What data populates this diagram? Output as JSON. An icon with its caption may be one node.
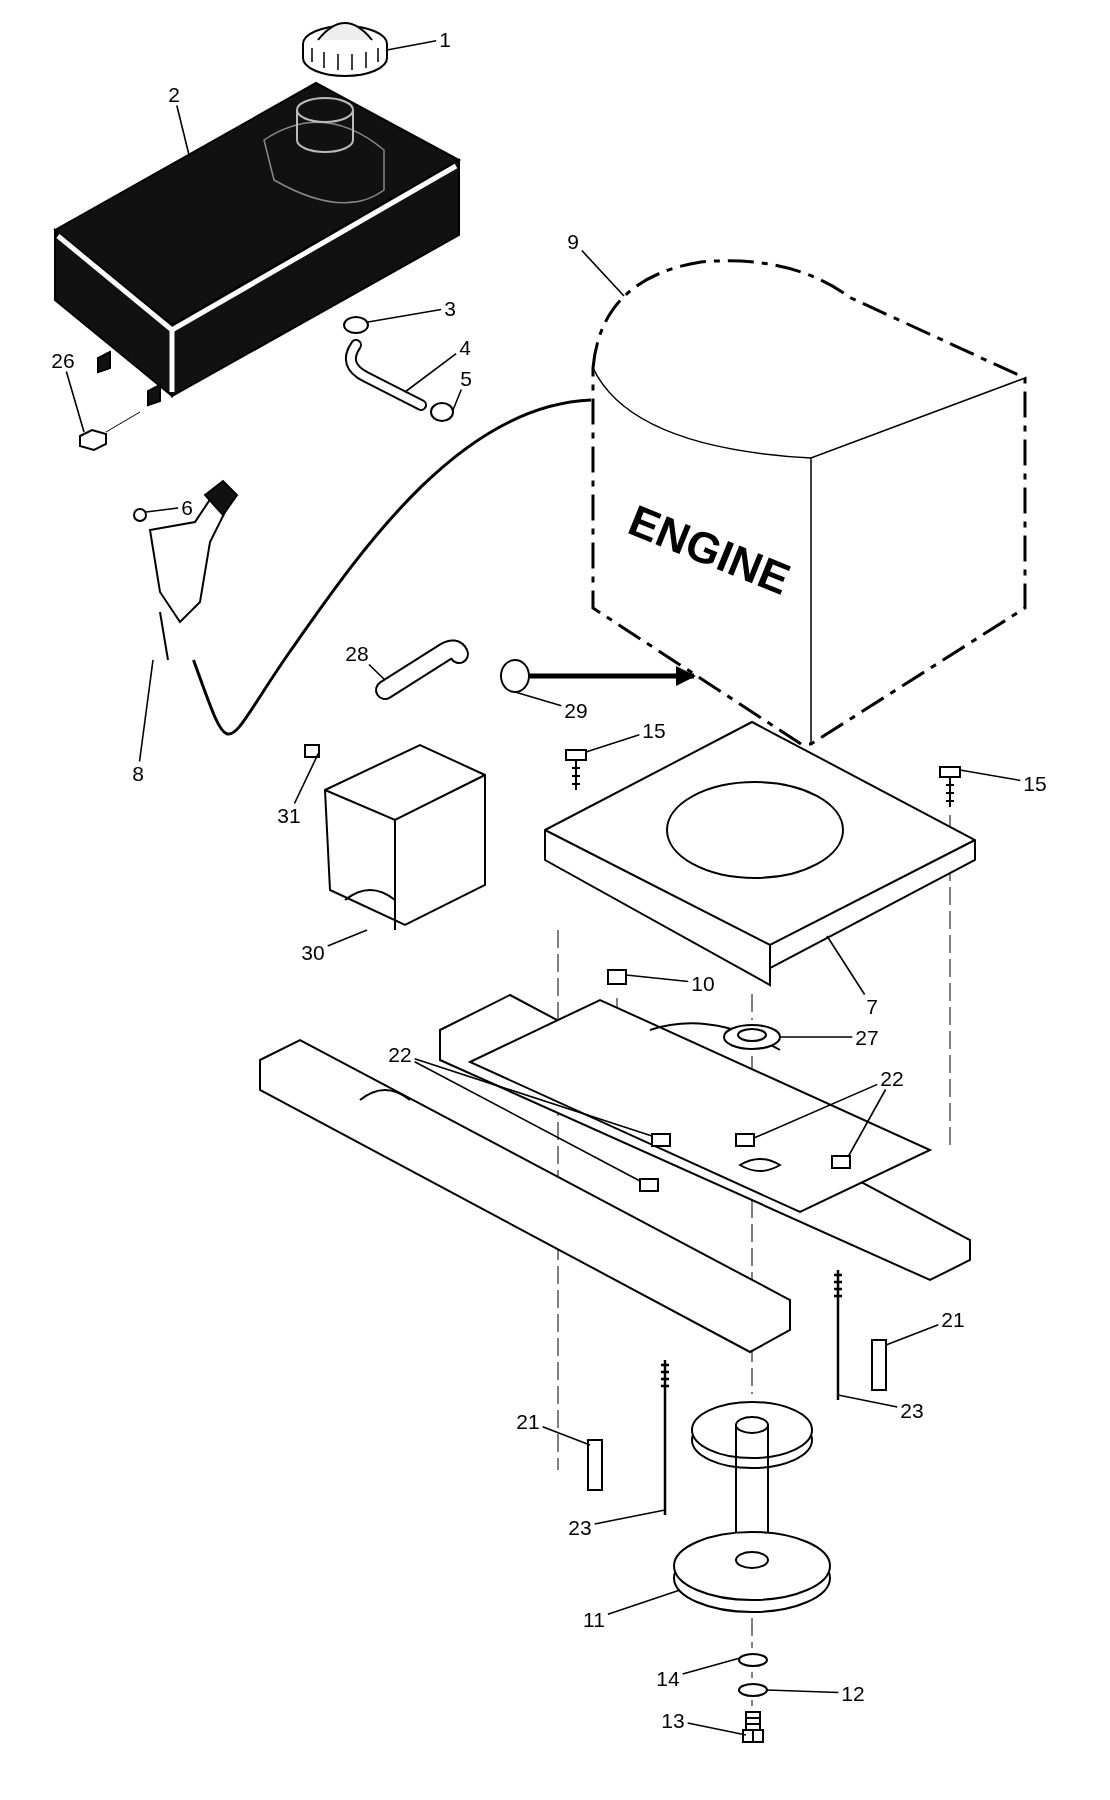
{
  "diagram": {
    "nodes": [
      {
        "text": [
          "ENGINE"
        ]
      },
      {
        "text": [
          "1"
        ]
      },
      {
        "text": [
          "2"
        ]
      },
      {
        "text": [
          "26"
        ]
      },
      {
        "text": [
          "3"
        ]
      },
      {
        "text": [
          "4"
        ]
      },
      {
        "text": [
          "5"
        ]
      },
      {
        "text": [
          "9"
        ]
      },
      {
        "text": [
          "6"
        ]
      },
      {
        "text": [
          "8"
        ]
      },
      {
        "text": [
          "28"
        ]
      },
      {
        "text": [
          "29"
        ]
      },
      {
        "text": [
          "15"
        ]
      },
      {
        "text": [
          "15"
        ]
      },
      {
        "text": [
          "31"
        ]
      },
      {
        "text": [
          "30"
        ]
      },
      {
        "text": [
          "10"
        ]
      },
      {
        "text": [
          "7"
        ]
      },
      {
        "text": [
          "27"
        ]
      },
      {
        "text": [
          "22"
        ]
      },
      {
        "text": [
          "22"
        ]
      },
      {
        "text": [
          "21"
        ]
      },
      {
        "text": [
          "21"
        ]
      },
      {
        "text": [
          "23"
        ]
      },
      {
        "text": [
          "23"
        ]
      },
      {
        "text": [
          "11"
        ]
      },
      {
        "text": [
          "14"
        ]
      },
      {
        "text": [
          "12"
        ]
      },
      {
        "text": [
          "13"
        ]
      },
      {
        "text": [],
        "shape": "picture"
      },
      {
        "text": [],
        "shape": "picture"
      },
      {
        "text": [],
        "shape": "picture"
      },
      {
        "text": [],
        "shape": "circle"
      },
      {
        "text": [],
        "shape": "picture"
      },
      {
        "text": [],
        "shape": "circle"
      },
      {
        "text": [],
        "shape": "circle"
      },
      {
        "text": [],
        "shape": "picture"
      },
      {
        "text": [],
        "shape": "picture"
      },
      {
        "text": [],
        "shape": "circle"
      },
      {
        "text": [],
        "shape": "picture"
      },
      {
        "text": [],
        "shape": "picture"
      },
      {
        "text": [],
        "shape": "box"
      },
      {
        "text": [],
        "shape": "picture"
      },
      {
        "text": [],
        "shape": "box"
      },
      {
        "text": [],
        "shape": "picture"
      },
      {
        "text": [],
        "shape": "picture"
      },
      {
        "text": [],
        "shape": "box"
      },
      {
        "text": [],
        "shape": "box"
      },
      {
        "text": [],
        "shape": "box"
      },
      {
        "text": [],
        "shape": "box"
      },
      {
        "text": [],
        "shape": "box"
      },
      {
        "text": [],
        "shape": "box"
      },
      {
        "text": [],
        "shape": "picture"
      },
      {
        "text": [],
        "shape": "picture"
      },
      {
        "text": [],
        "shape": "picture"
      },
      {
        "text": [],
        "shape": "circle"
      },
      {
        "text": [],
        "shape": "circle"
      },
      {
        "text": [],
        "shape": "picture"
      }
    ],
    "edges": [
      {
        "from": 1,
        "to": 29,
        "arrow": "none"
      },
      {
        "from": 2,
        "to": 30,
        "arrow": "none"
      },
      {
        "from": 3,
        "to": 31,
        "arrow": "none"
      },
      {
        "from": 4,
        "to": 32,
        "arrow": "none"
      },
      {
        "from": 5,
        "to": 33,
        "arrow": "none"
      },
      {
        "from": 6,
        "to": 34,
        "arrow": "none"
      },
      {
        "from": 7,
        "to": 0,
        "arrow": "none"
      },
      {
        "from": 8,
        "to": 35,
        "arrow": "none"
      },
      {
        "from": 9,
        "to": 36,
        "arrow": "none"
      },
      {
        "from": 10,
        "to": 37,
        "arrow": "none"
      },
      {
        "from": 11,
        "to": 38,
        "arrow": "none"
      },
      {
        "from": 12,
        "to": 39,
        "arrow": "none"
      },
      {
        "from": 13,
        "to": 40,
        "arrow": "none"
      },
      {
        "from": 14,
        "to": 41,
        "arrow": "none"
      },
      {
        "from": 15,
        "to": 42,
        "arrow": "none"
      },
      {
        "from": 16,
        "to": 43,
        "arrow": "none"
      },
      {
        "from": 17,
        "to": 44,
        "arrow": "none"
      },
      {
        "from": 18,
        "to": 45,
        "arrow": "none"
      },
      {
        "from": 19,
        "to": 46,
        "arrow": "none"
      },
      {
        "from": 19,
        "to": 47,
        "arrow": "none"
      },
      {
        "from": 20,
        "to": 48,
        "arrow": "none"
      },
      {
        "from": 20,
        "to": 49,
        "arrow": "none"
      },
      {
        "from": 21,
        "to": 50,
        "arrow": "none"
      },
      {
        "from": 22,
        "to": 51,
        "arrow": "none"
      },
      {
        "from": 23,
        "to": 52,
        "arrow": "none"
      },
      {
        "from": 24,
        "to": 53,
        "arrow": "none"
      },
      {
        "from": 25,
        "to": 54,
        "arrow": "none"
      },
      {
        "from": 26,
        "to": 55,
        "arrow": "none"
      },
      {
        "from": 27,
        "to": 56,
        "arrow": "none"
      },
      {
        "from": 28,
        "to": 57,
        "arrow": "none"
      },
      {
        "from": 0,
        "to": 36,
        "arrow": "none"
      },
      {
        "from": 38,
        "to": 0,
        "arrow": "to",
        "style": "thick"
      }
    ]
  }
}
